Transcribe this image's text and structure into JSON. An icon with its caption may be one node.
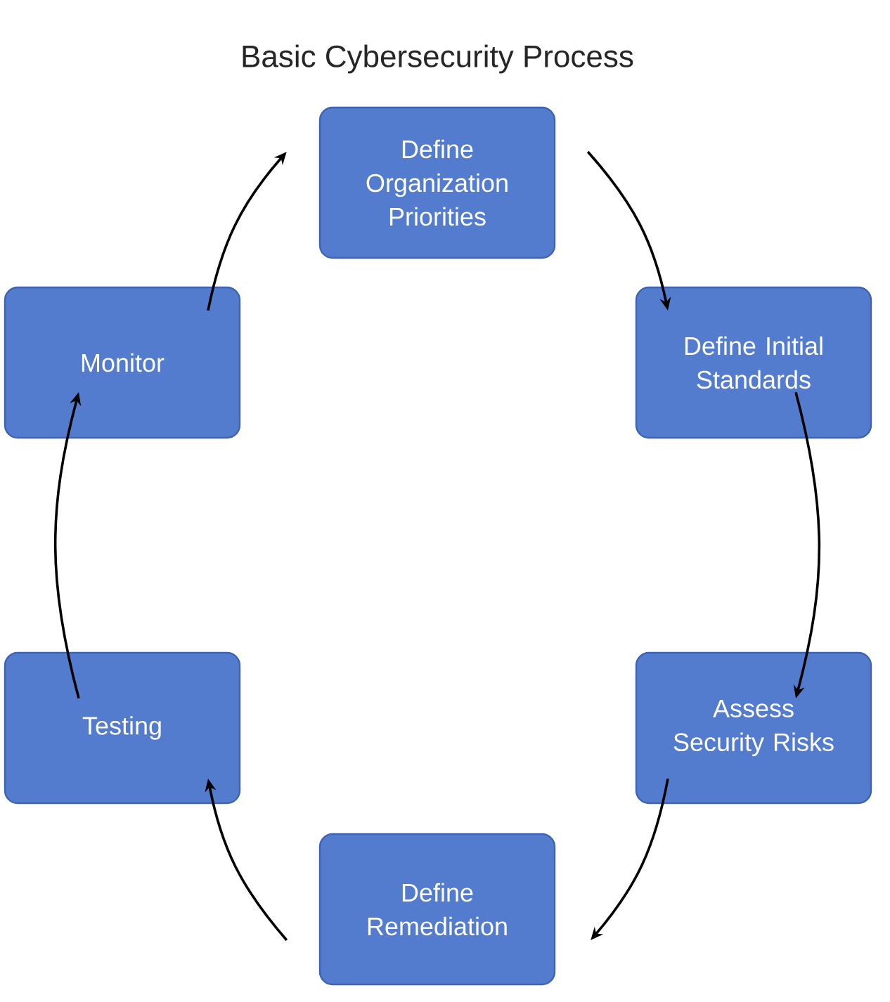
{
  "diagram": {
    "title": "Basic Cybersecurity Process",
    "nodes": [
      {
        "text": [
          "Define Organization Priorities"
        ]
      },
      {
        "text": [
          "Define Initial Standards"
        ]
      },
      {
        "text": [
          "Assess Security Risks"
        ]
      },
      {
        "text": [
          "Define Remediation"
        ]
      },
      {
        "text": [
          "Testing"
        ]
      },
      {
        "text": [
          "Monitor"
        ]
      }
    ],
    "edges": [
      {
        "from": 0,
        "to": 1,
        "arrow": "to"
      },
      {
        "from": 1,
        "to": 2,
        "arrow": "to"
      },
      {
        "from": 2,
        "to": 3,
        "arrow": "to"
      },
      {
        "from": 3,
        "to": 4,
        "arrow": "to"
      },
      {
        "from": 4,
        "to": 5,
        "arrow": "to"
      },
      {
        "from": 5,
        "to": 0,
        "arrow": "to"
      }
    ]
  }
}
